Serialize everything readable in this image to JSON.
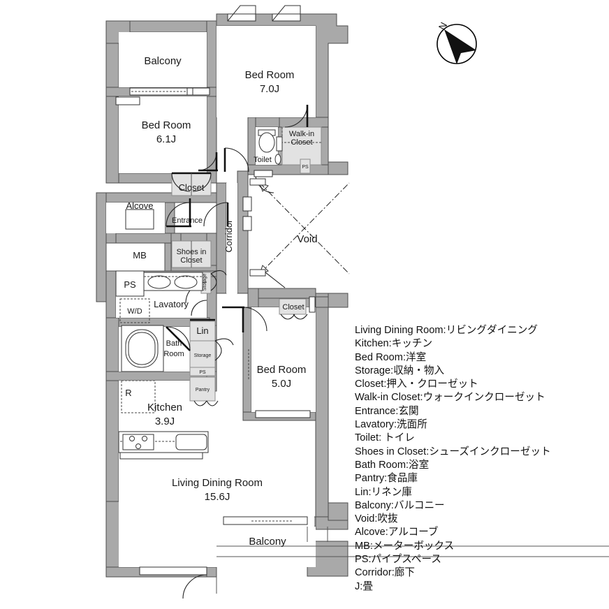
{
  "plan": {
    "rooms": [
      {
        "id": "balcony-top",
        "label": "Balcony",
        "area": ""
      },
      {
        "id": "bedroom-61",
        "label": "Bed Room",
        "area": "6.1J"
      },
      {
        "id": "bedroom-70",
        "label": "Bed Room",
        "area": "7.0J"
      },
      {
        "id": "bedroom-50",
        "label": "Bed Room",
        "area": "5.0J"
      },
      {
        "id": "kitchen",
        "label": "Kitchen",
        "area": "3.9J"
      },
      {
        "id": "living-dining",
        "label": "Living Dining Room",
        "area": "15.6J"
      },
      {
        "id": "balcony-bottom",
        "label": "Balcony",
        "area": ""
      },
      {
        "id": "corridor",
        "label": "Corridor",
        "area": ""
      },
      {
        "id": "void",
        "label": "Void",
        "area": ""
      },
      {
        "id": "alcove",
        "label": "Alcove",
        "area": ""
      },
      {
        "id": "entrance",
        "label": "Entrance",
        "area": ""
      },
      {
        "id": "lavatory",
        "label": "Lavatory",
        "area": ""
      },
      {
        "id": "toilet",
        "label": "Toilet",
        "area": ""
      }
    ],
    "labels": {
      "balcony_top": "Balcony",
      "balcony_bottom": "Balcony",
      "bedroom_61_name": "Bed Room",
      "bedroom_61_area": "6.1J",
      "bedroom_70_name": "Bed Room",
      "bedroom_70_area": "7.0J",
      "bedroom_50_name": "Bed Room",
      "bedroom_50_area": "5.0J",
      "kitchen_name": "Kitchen",
      "kitchen_area": "3.9J",
      "ldk_name": "Living Dining Room",
      "ldk_area": "15.6J",
      "corridor": "Corridor",
      "void": "Void",
      "alcove": "Alcove",
      "entrance": "Entrance",
      "lavatory": "Lavatory",
      "toilet": "Toilet",
      "closet_top": "Closet",
      "closet_mid": "Closet",
      "walkin_closet_1": "Walk-in",
      "walkin_closet_2": "Closet",
      "shoes_in_closet_1": "Shoes in",
      "shoes_in_closet_2": "Closet",
      "bath_room_1": "Bath",
      "bath_room_2": "Room",
      "mb": "MB",
      "ps_left": "PS",
      "ps_corridor": "PS",
      "ps_small": "PS",
      "wd": "W/D",
      "refrigerator": "R",
      "lin": "Lin",
      "storage_corridor": "Storage",
      "storage_mid": "Storage",
      "pantry": "Pantry"
    },
    "compass": {
      "north_label": "N"
    },
    "colors": {
      "wall": "#a9a9a9",
      "wall_stroke": "#4d4d4d",
      "closet_fill": "#e2e2e2",
      "room_fill": "#ffffff",
      "text": "#1a1a1a"
    }
  },
  "legend": {
    "entries": [
      "Living Dining Room:リビングダイニング",
      "Kitchen:キッチン",
      "Bed Room:洋室",
      "Storage:収納・物入",
      "Closet:押入・クローゼット",
      "Walk-in Closet:ウォークインクローゼット",
      "Entrance:玄関",
      "Lavatory:洗面所",
      "Toilet: トイレ",
      "Shoes in Closet:シューズインクローゼット",
      "Bath Room:浴室",
      "Pantry:食品庫",
      "Lin:リネン庫",
      "Balcony:バルコニー",
      "Void:吹抜",
      "Alcove:アルコーブ",
      "MB:メーターボックス",
      "PS:パイプスペース",
      "Corridor:廊下",
      "J:畳"
    ]
  }
}
